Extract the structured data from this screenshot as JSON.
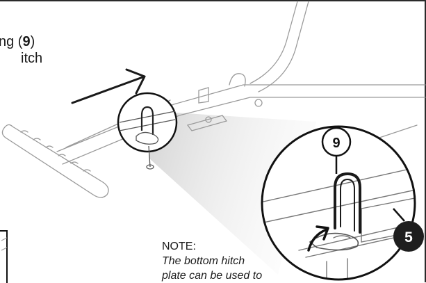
{
  "instruction": {
    "line1_prefix": "ng (",
    "part_number": "9",
    "line1_suffix": ")",
    "line2": "itch"
  },
  "callouts": {
    "pin_label": "9",
    "plate_label": "5"
  },
  "note": {
    "heading": "NOTE:",
    "body_line1": "The bottom hitch",
    "body_line2": "plate can be used to"
  },
  "colors": {
    "line_art": "#8a8a8a",
    "outline": "#111111",
    "callout_dark": "#1e1e1e",
    "spotlight": "#cfcfcf"
  }
}
